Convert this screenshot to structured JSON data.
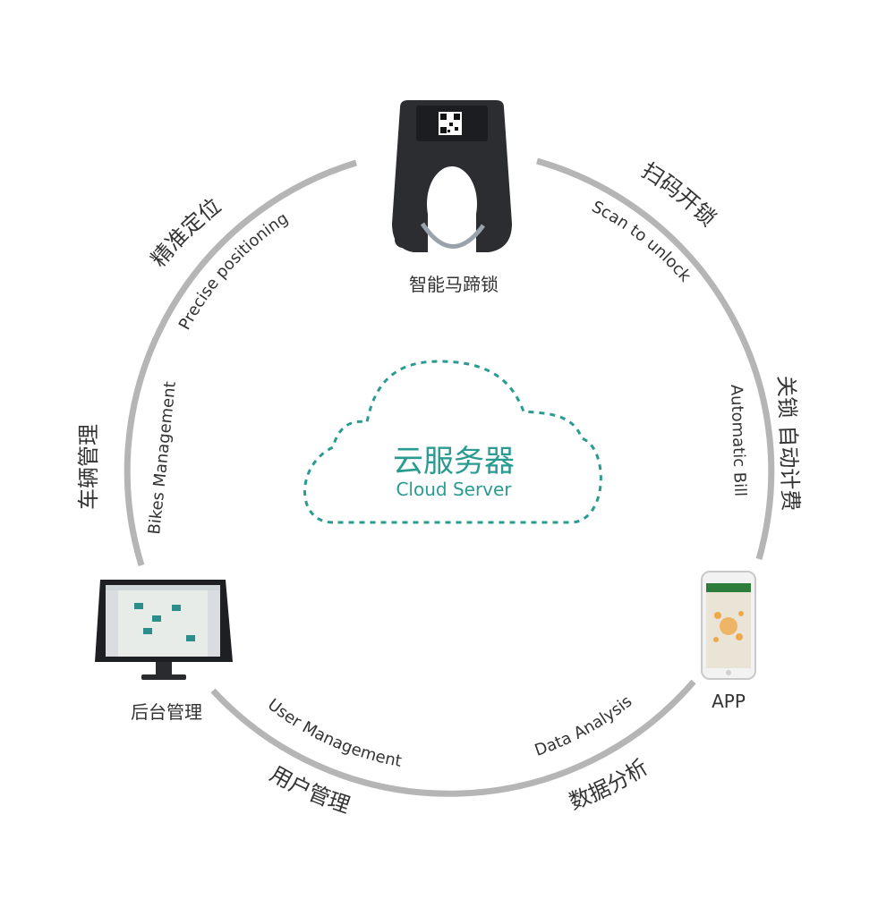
{
  "center": {
    "title_cn": "云服务器",
    "title_en": "Cloud Server"
  },
  "nodes": {
    "lock": "智能马蹄锁",
    "app": "APP",
    "backend": "后台管理"
  },
  "arcs": {
    "scan_cn": "扫码开锁",
    "scan_en": "Scan to unlock",
    "bill_cn": "关锁 自动计费",
    "bill_en": "Automatic  Bill",
    "data_cn": "数据分析",
    "data_en": "Data Analysis",
    "user_cn": "用户管理",
    "user_en": "User Management",
    "bikes_cn": "车辆管理",
    "bikes_en": "Bikes Management",
    "precise_cn": "精准定位",
    "precise_en": "Precise positioning"
  },
  "colors": {
    "ring": "#b5b5b5",
    "cloud": "#2a9b91",
    "text": "#333333",
    "lock_body": "#2b2d30"
  }
}
